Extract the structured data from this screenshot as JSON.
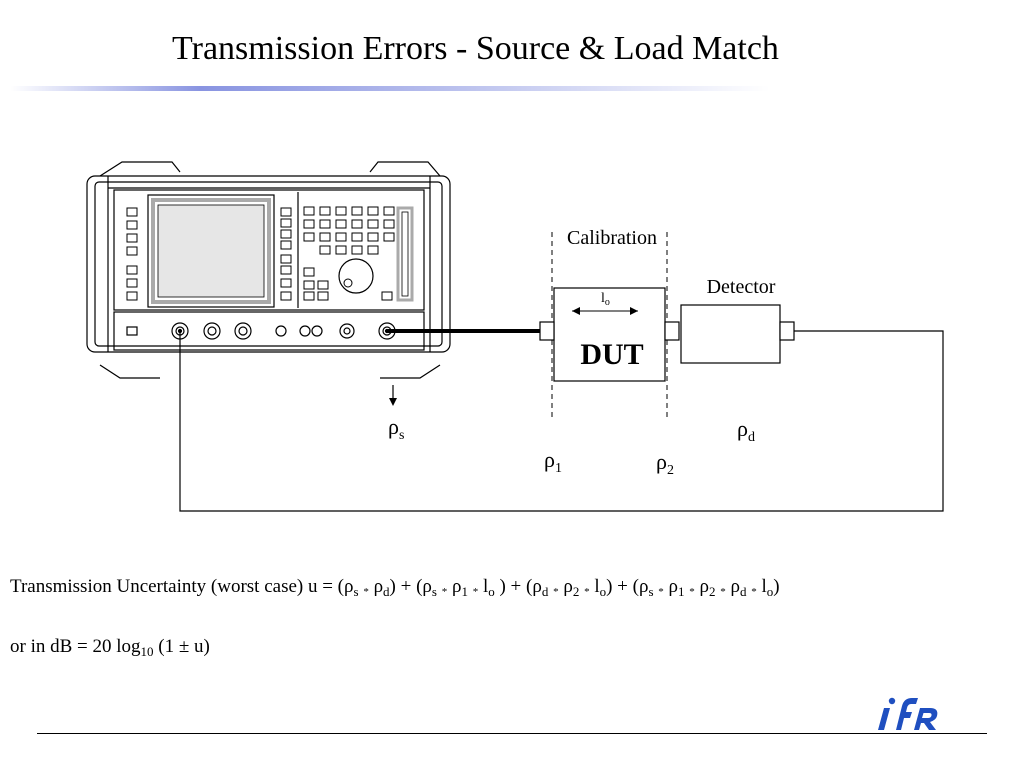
{
  "header": {
    "title": "Transmission Errors - Source & Load Match"
  },
  "diagram": {
    "calibration_label": "Calibration",
    "detector_label": "Detector",
    "dut_label": "DUT",
    "length_label": "l",
    "length_sub": "o",
    "rho_s": {
      "sym": "ρ",
      "sub": "s"
    },
    "rho_1": {
      "sym": "ρ",
      "sub": "1"
    },
    "rho_2": {
      "sym": "ρ",
      "sub": "2"
    },
    "rho_d": {
      "sym": "ρ",
      "sub": "d"
    }
  },
  "equation": {
    "line1_prefix": "Transmission Uncertainty (worst case) u = (",
    "rho": "ρ",
    "op": "*",
    "s": "s",
    "d": "d",
    "one": "1",
    "two": "2",
    "l": "l",
    "o": "o",
    "close_plus_open": ") + (",
    "close_space_plus_open": " ) + (",
    "close": ")",
    "line2_prefix": "or in dB = 20 log",
    "log_base": "10",
    "line2_rest": " (1 ± u)"
  },
  "colors": {
    "accent": "#2b3bb8",
    "logo": "#1f4fc0"
  },
  "logo": {
    "text": "ifR"
  }
}
